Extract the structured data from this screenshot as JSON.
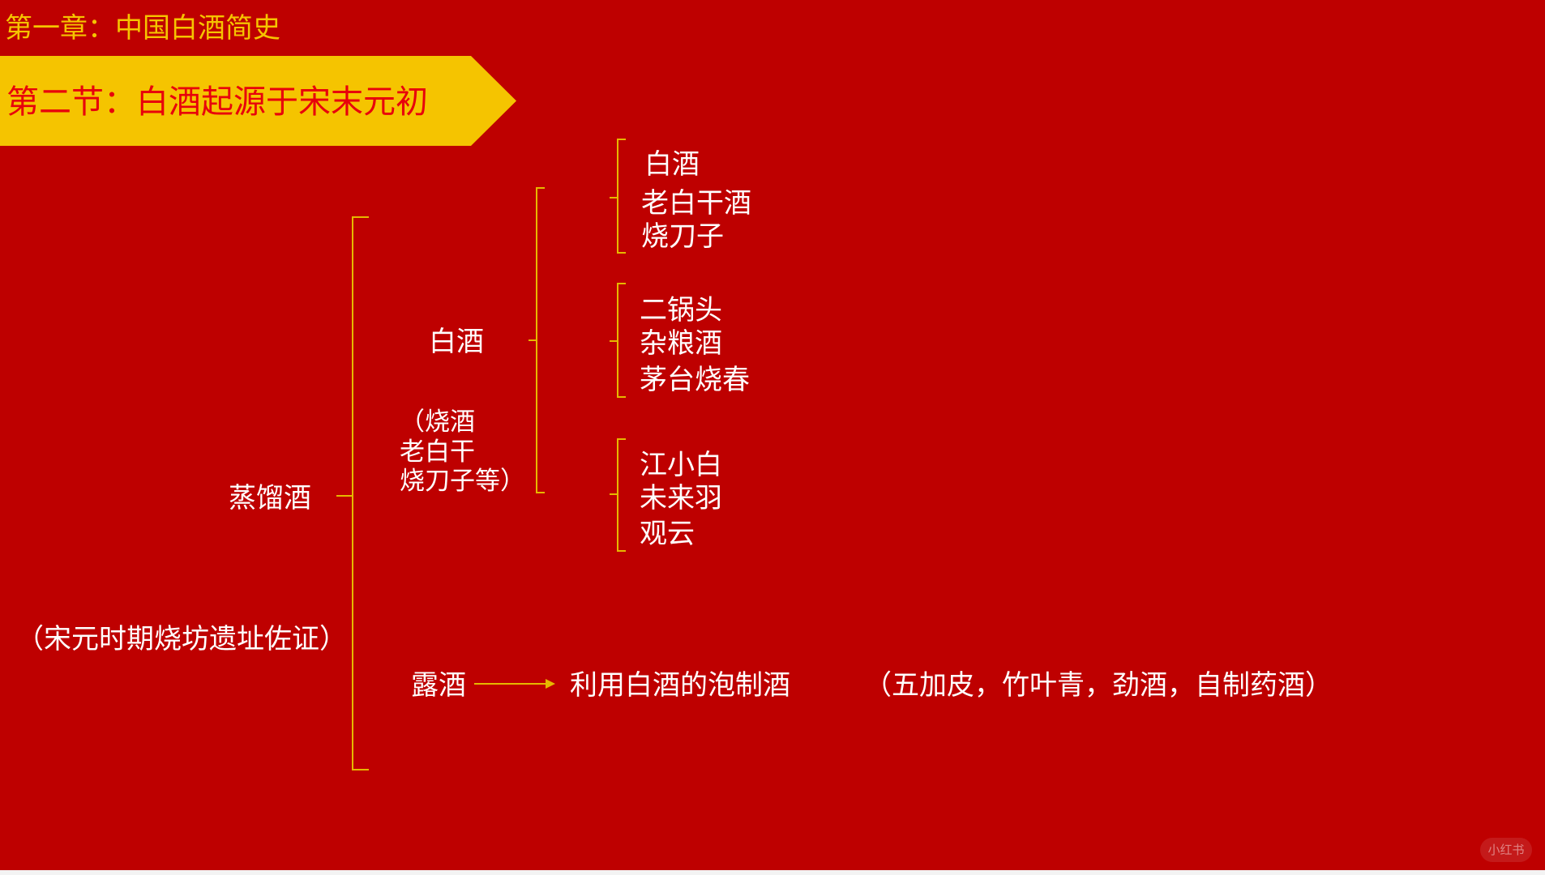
{
  "chapter_title": "第一章：中国白酒简史",
  "section_title": "第二节：白酒起源于宋末元初",
  "tree": {
    "root": "蒸馏酒",
    "root_note": "（宋元时期烧坊遗址佐证）",
    "baijiu": {
      "label": "白酒",
      "note_lines": [
        "（烧酒",
        "老白干",
        "烧刀子等）"
      ],
      "groups": [
        [
          "白酒",
          "老白干酒",
          "烧刀子"
        ],
        [
          "二锅头",
          "杂粮酒",
          "茅台烧春"
        ],
        [
          "江小白",
          "未来羽",
          "观云"
        ]
      ]
    },
    "lujiu": {
      "label": "露酒",
      "target": "利用白酒的泡制酒",
      "examples": "（五加皮，竹叶青，劲酒，自制药酒）"
    }
  },
  "watermark": "小红书",
  "colors": {
    "background": "#BE0000",
    "accent": "#F5C400",
    "section_text": "#E8000B",
    "text": "#FFFFFF",
    "bracket": "#E6B800"
  }
}
